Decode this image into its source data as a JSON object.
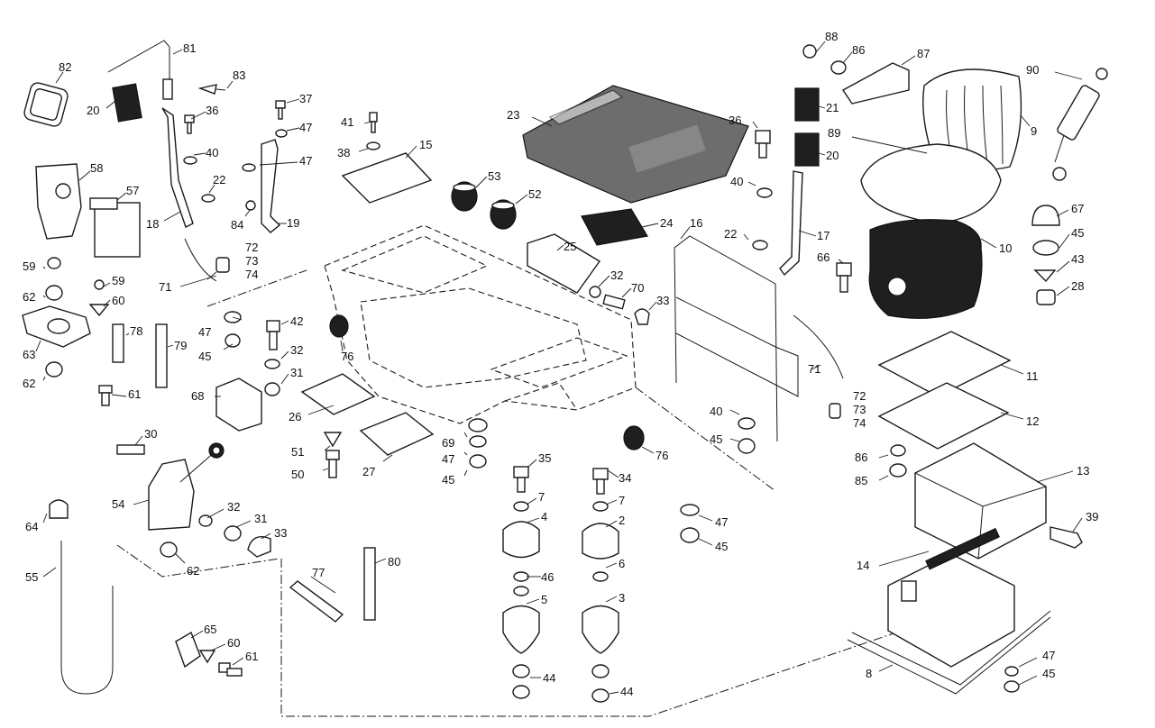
{
  "labels": {
    "n81": "81",
    "n82": "82",
    "n83": "83",
    "n20a": "20",
    "n36a": "36",
    "n37": "37",
    "n47a": "47",
    "n47b": "47",
    "n40a": "40",
    "n22a": "22",
    "n84": "84",
    "n19": "19",
    "n18": "18",
    "n58": "58",
    "n57": "57",
    "n41": "41",
    "n38": "38",
    "n15": "15",
    "n23": "23",
    "n53": "53",
    "n52": "52",
    "n24": "24",
    "n16": "16",
    "n25": "25",
    "n32a": "32",
    "n70": "70",
    "n33a": "33",
    "n88": "88",
    "n86a": "86",
    "n87": "87",
    "n21": "21",
    "n36b": "36",
    "n89": "89",
    "n9": "9",
    "n20b": "20",
    "n90": "90",
    "n40b": "40",
    "n22b": "22",
    "n17": "17",
    "n10": "10",
    "n67": "67",
    "n45a": "45",
    "n43": "43",
    "n28": "28",
    "n66": "66",
    "n59a": "59",
    "n59b": "59",
    "n60a": "60",
    "n62a": "62",
    "n63": "63",
    "n62b": "62",
    "n61a": "61",
    "n71a": "71",
    "n72a": "72",
    "n73a": "73",
    "n74a": "74",
    "n47c": "47",
    "n45b": "45",
    "n42": "42",
    "n32b": "32",
    "n31a": "31",
    "n78": "78",
    "n79": "79",
    "n76a": "76",
    "n68": "68",
    "n26": "26",
    "n51": "51",
    "n50": "50",
    "n27": "27",
    "n69": "69",
    "n47d": "47",
    "n45c": "45",
    "n76b": "76",
    "n11": "11",
    "n12": "12",
    "n71b": "71",
    "n72b": "72",
    "n73b": "73",
    "n74b": "74",
    "n40c": "40",
    "n45d": "45",
    "n86b": "86",
    "n85": "85",
    "n13": "13",
    "n39": "39",
    "n30": "30",
    "n54": "54",
    "n32c": "32",
    "n31b": "31",
    "n33b": "33",
    "n62c": "62",
    "n64": "64",
    "n55": "55",
    "n35": "35",
    "n34": "34",
    "n7a": "7",
    "n7b": "7",
    "n4": "4",
    "n2": "2",
    "n46": "46",
    "n6": "6",
    "n5": "5",
    "n3": "3",
    "n44a": "44",
    "n44b": "44",
    "n47e": "47",
    "n45e": "45",
    "n14": "14",
    "n77": "77",
    "n80": "80",
    "n65": "65",
    "n60b": "60",
    "n61b": "61",
    "n8": "8",
    "n47f": "47",
    "n45f": "45"
  }
}
